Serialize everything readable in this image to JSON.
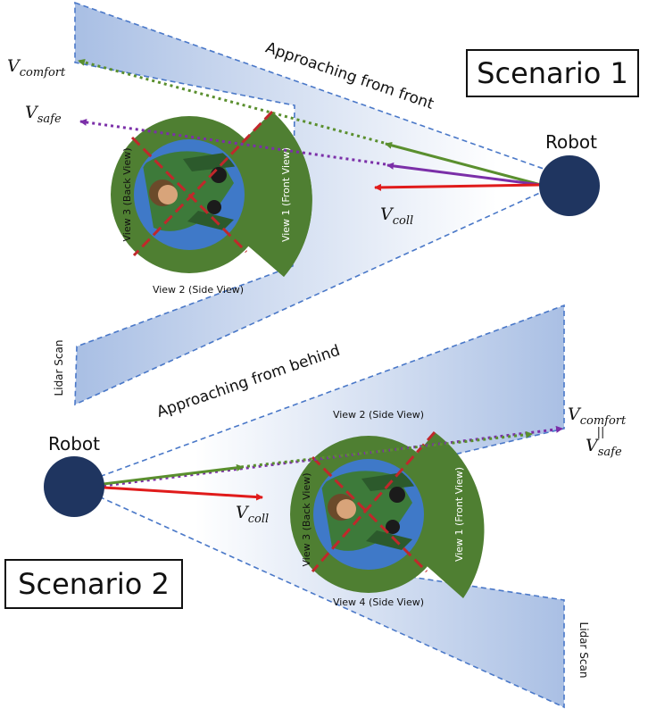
{
  "scenario1": {
    "title": "Scenario 1",
    "robot_label": "Robot",
    "approach_label": "Approaching from front",
    "v_comfort": "V",
    "v_comfort_sub": "comfort",
    "v_safe": "V",
    "v_safe_sub": "safe",
    "v_coll": "V",
    "v_coll_sub": "coll",
    "view1": "View 1 (Front View)",
    "view2": "View 2 (Side View)",
    "view3": "View 3 (Back View)",
    "lidar_label": "Lidar Scan"
  },
  "scenario2": {
    "title": "Scenario 2",
    "robot_label": "Robot",
    "approach_label": "Approaching from behind",
    "v_comfort": "V",
    "v_comfort_sub": "comfort",
    "parallel_symbol": "||",
    "v_safe": "V",
    "v_safe_sub": "safe",
    "v_coll": "V",
    "v_coll_sub": "coll",
    "view1": "View 1 (Front View)",
    "view2": "View 2 (Side View)",
    "view3": "View 3 (Back View)",
    "view4": "View 4 (Side View)",
    "lidar_label": "Lidar Scan"
  },
  "colors": {
    "comfort": "#5a8f2e",
    "safe": "#7b2fa8",
    "coll": "#e01b1b",
    "robot": "#1f3560",
    "lidar_edge": "#4a78c8",
    "view_lines": "#c0282b",
    "region": "#4f7f32",
    "person_floor": "#3f79c8"
  }
}
